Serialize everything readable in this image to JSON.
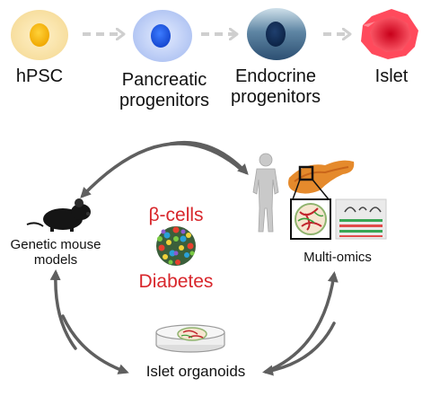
{
  "stages": [
    {
      "id": "hpsc",
      "line1": "hPSC",
      "line2": ""
    },
    {
      "id": "pancreatic",
      "line1": "Pancreatic",
      "line2": "progenitors"
    },
    {
      "id": "endocrine",
      "line1": "Endocrine",
      "line2": "progenitors"
    },
    {
      "id": "islet",
      "line1": "Islet",
      "line2": ""
    }
  ],
  "nodes": {
    "mouse": {
      "line1": "Genetic mouse",
      "line2": "models"
    },
    "omics": {
      "label": "Multi-omics"
    },
    "organoids": {
      "label": "Islet organoids"
    }
  },
  "center": {
    "top": "β-cells",
    "bottom": "Diabetes"
  },
  "colors": {
    "accent_red": "#d8262b",
    "arrow_gray": "#5f5f5f",
    "dashed_arrow": "#cfcfcf"
  },
  "icons": [
    "cell-hpsc-icon",
    "cell-pancreatic-icon",
    "cell-endocrine-icon",
    "islet-icon",
    "mouse-icon",
    "human-icon",
    "pancreas-icon",
    "omics-plot-icon",
    "islet-cluster-icon",
    "petri-dish-icon"
  ]
}
